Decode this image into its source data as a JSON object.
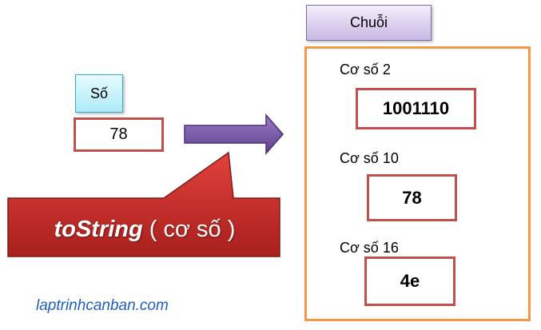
{
  "input": {
    "label": "Số",
    "value": "78"
  },
  "output": {
    "label": "Chuỗi",
    "items": [
      {
        "base_label": "Cơ số 2",
        "result": "1001110"
      },
      {
        "base_label": "Cơ số 10",
        "result": "78"
      },
      {
        "base_label": "Cơ số 16",
        "result": "4e"
      }
    ]
  },
  "method": {
    "name": "toString",
    "params": "( cơ số )"
  },
  "site": "laptrinhcanban.com",
  "colors": {
    "input_border": "#c0504d",
    "container_border": "#f79646",
    "arrow_fill": "#7b5aa6",
    "callout_fill": "#c0302c",
    "site_text": "#1f5fc0"
  }
}
